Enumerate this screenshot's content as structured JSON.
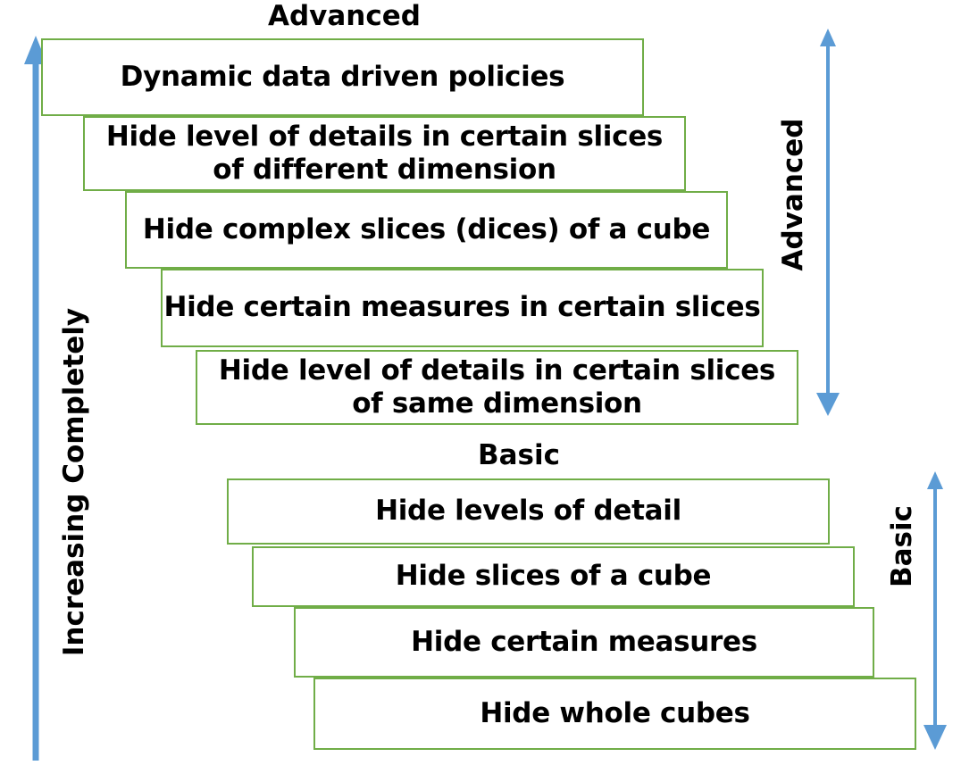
{
  "headings": {
    "advanced_top": "Advanced",
    "basic_middle": "Basic"
  },
  "side_labels": {
    "left": "Increasing Completely",
    "right_advanced": "Advanced",
    "right_basic": "Basic"
  },
  "advanced_boxes": [
    "Dynamic data driven policies",
    "Hide level of details in certain slices of different dimension",
    "Hide complex slices (dices) of a cube",
    "Hide certain measures in certain slices",
    "Hide level of details in certain slices of same dimension"
  ],
  "basic_boxes": [
    "Hide levels of detail",
    "Hide slices of a cube",
    "Hide certain measures",
    "Hide whole cubes"
  ],
  "colors": {
    "box_border": "#70ad47",
    "arrow": "#5b9bd5"
  }
}
